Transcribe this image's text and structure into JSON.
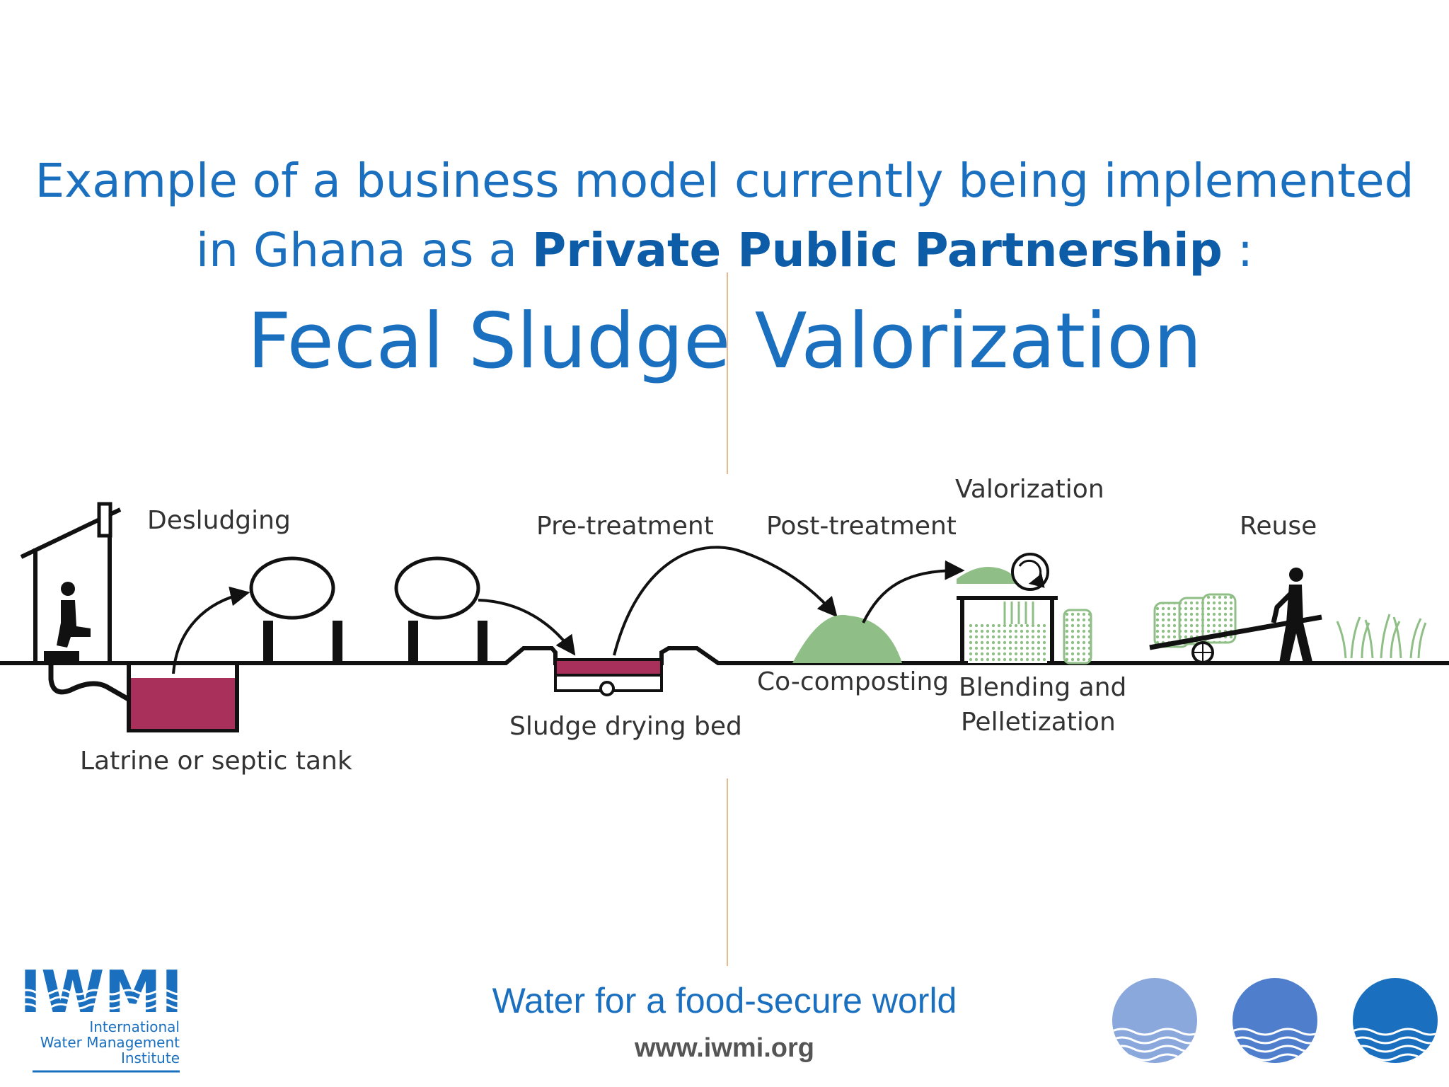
{
  "header": {
    "line1": "Example of a business model currently being implemented",
    "line2_prefix": "in Ghana as a ",
    "line2_bold": "Private Public Partnership",
    "line2_suffix": " :",
    "main_title": "Fecal Sludge Valorization"
  },
  "diagram": {
    "labels": {
      "desludging": "Desludging",
      "latrine": "Latrine or septic tank",
      "pretreatment": "Pre-treatment",
      "drying_bed": "Sludge drying bed",
      "posttreatment": "Post-treatment",
      "cocomposting": "Co-composting",
      "valorization": "Valorization",
      "blending_line1": "Blending and",
      "blending_line2": "Pelletization",
      "reuse": "Reuse"
    },
    "colors": {
      "tank": "#a8305a",
      "compost": "#8fbf86",
      "ink": "#111111"
    }
  },
  "footer": {
    "tagline": "Water for a food-secure world",
    "url": "www.iwmi.org",
    "logo_mark": "IWMI",
    "logo_line1": "International",
    "logo_line2": "Water Management",
    "logo_line3": "Institute"
  },
  "brand": {
    "blue": "#1a6fbf"
  }
}
